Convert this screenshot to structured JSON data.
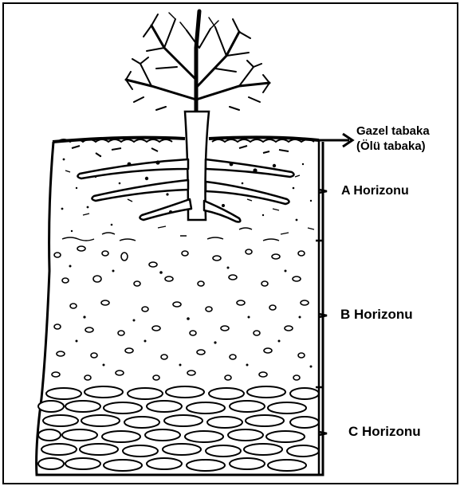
{
  "labels": {
    "litter": {
      "line1": "Gazel tabaka",
      "line2": "(Ölü tabaka)"
    },
    "horizon_a": "A Horizonu",
    "horizon_b": "B Horizonu",
    "horizon_c": "C Horizonu"
  },
  "colors": {
    "ink": "#000000",
    "background": "#ffffff"
  }
}
